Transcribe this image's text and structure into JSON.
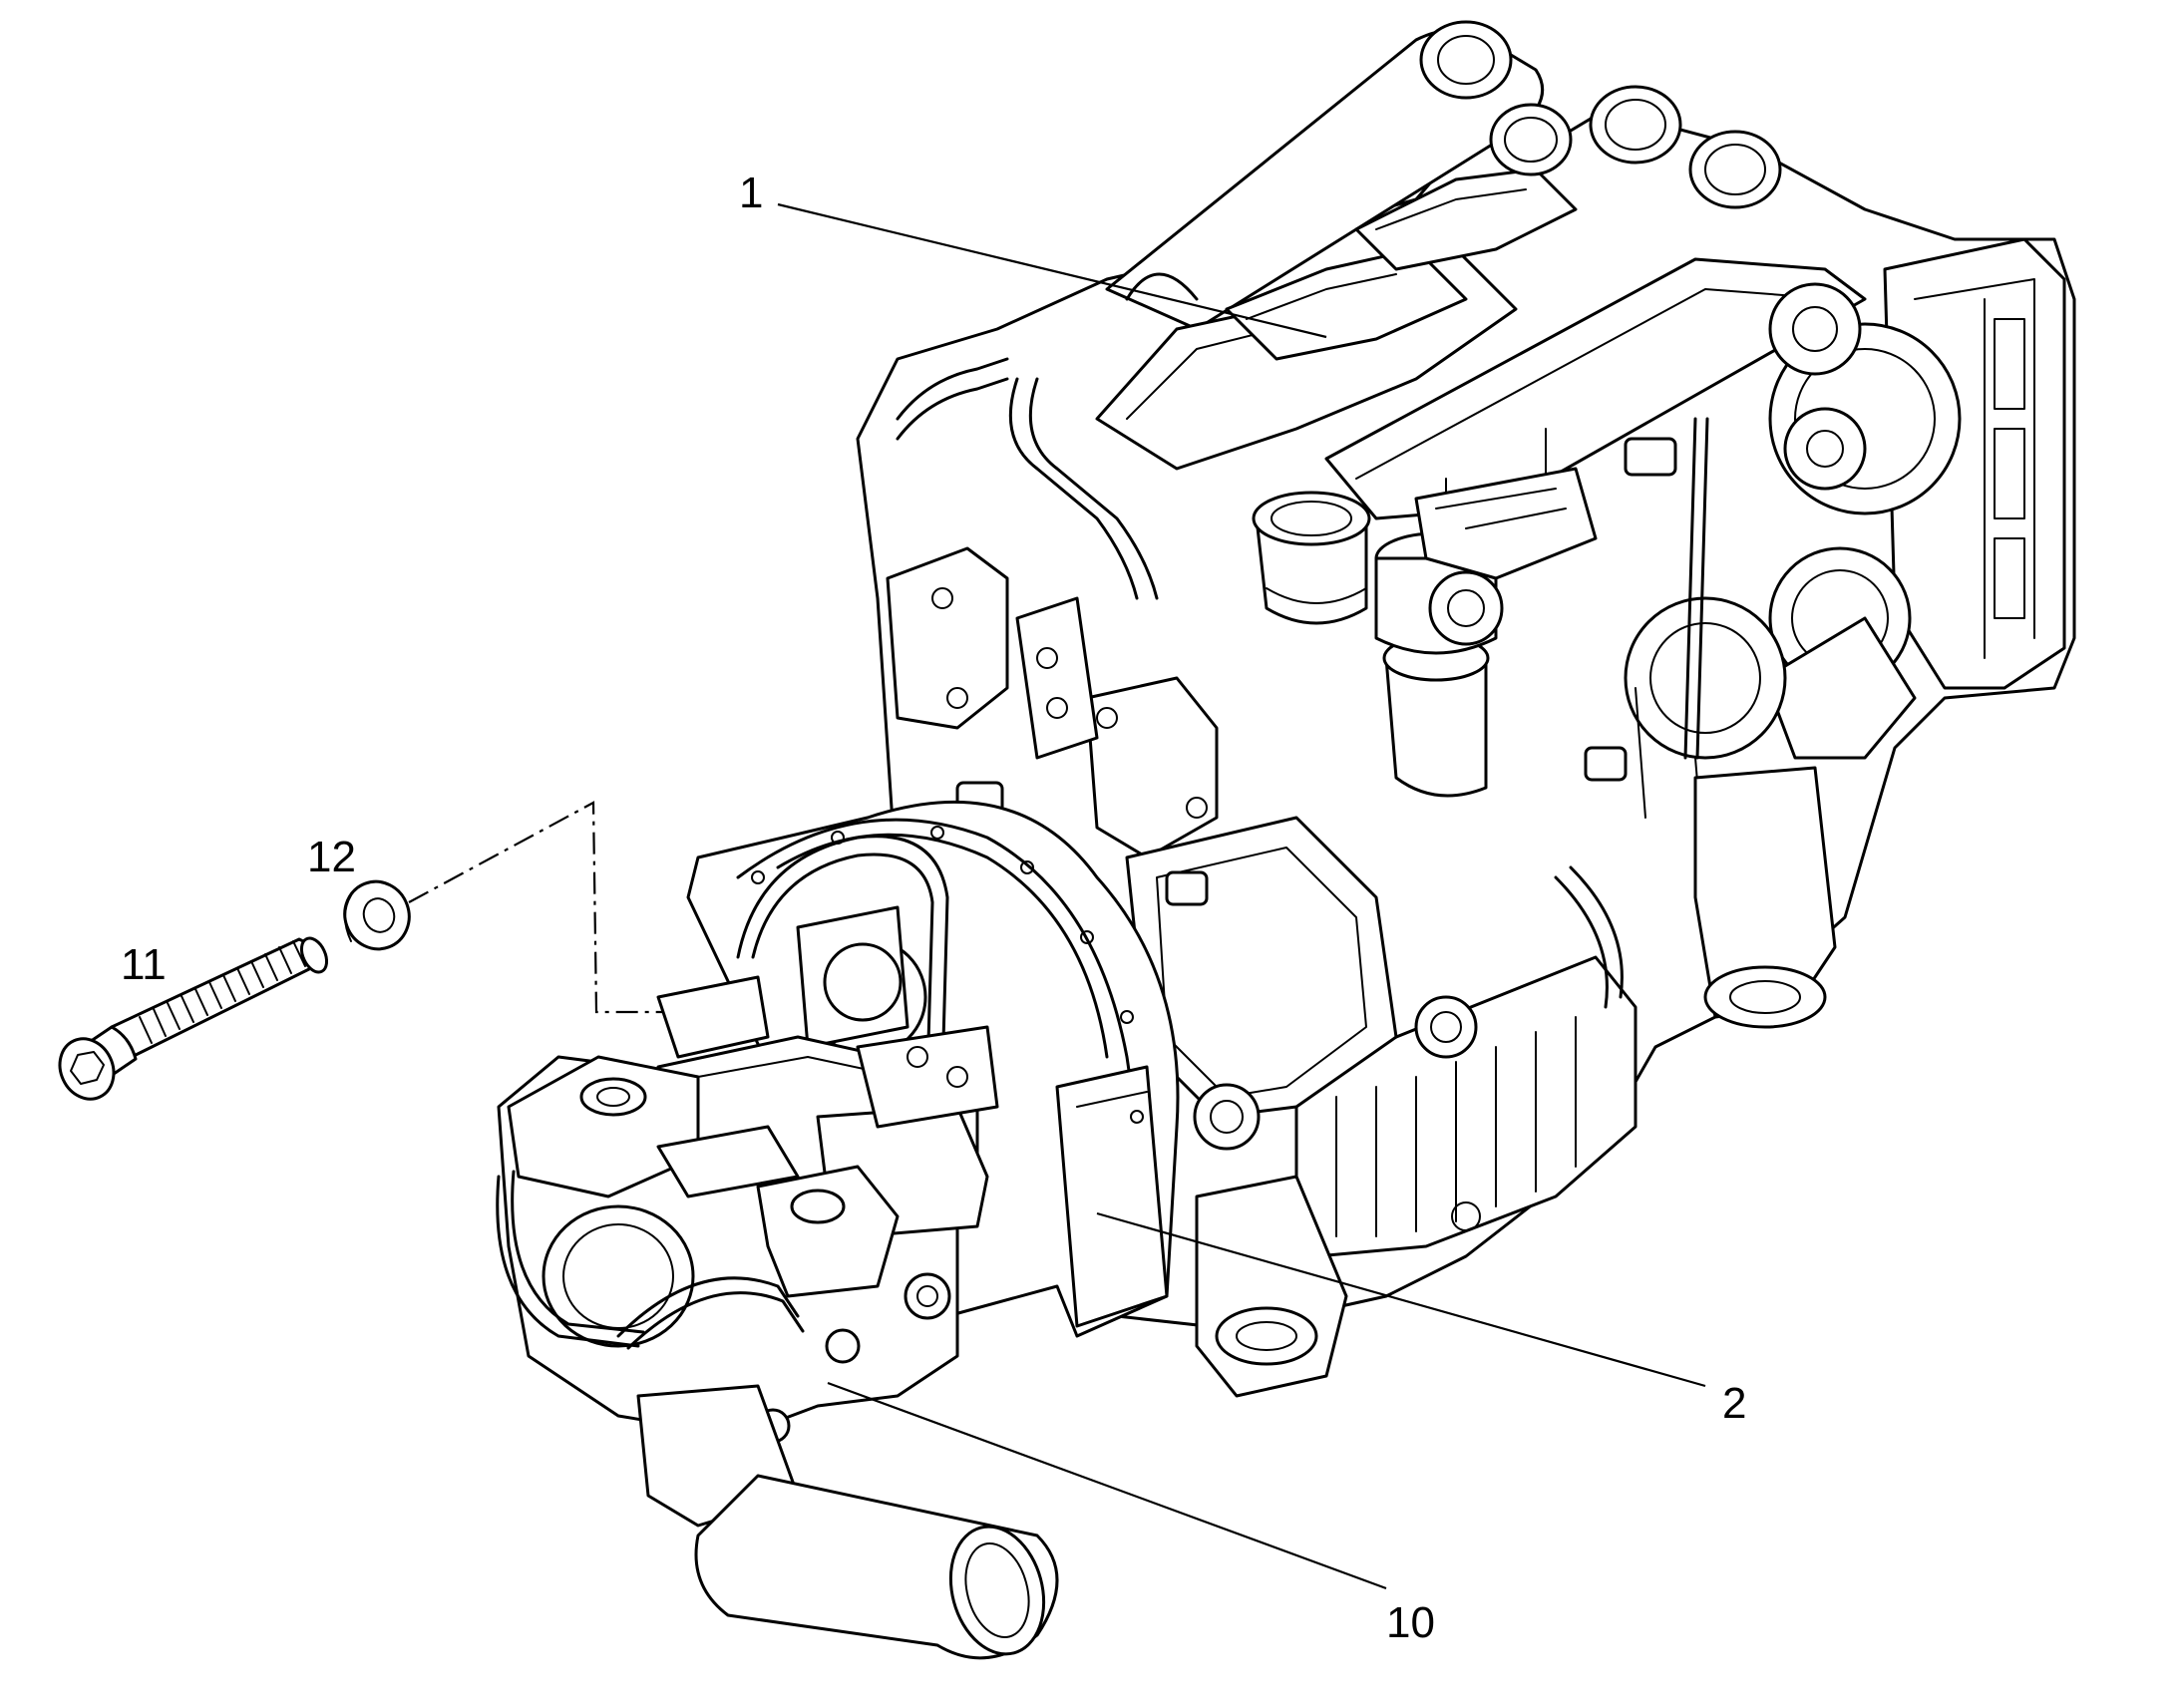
{
  "diagram": {
    "callouts": [
      {
        "id": "1",
        "label": "1",
        "part": "engine"
      },
      {
        "id": "2",
        "label": "2",
        "part": "flywheel-housing"
      },
      {
        "id": "10",
        "label": "10",
        "part": "hydraulic-pump"
      },
      {
        "id": "11",
        "label": "11",
        "part": "cap-screw"
      },
      {
        "id": "12",
        "label": "12",
        "part": "washer"
      }
    ]
  },
  "colors": {
    "line": "#000000",
    "background": "#ffffff"
  }
}
